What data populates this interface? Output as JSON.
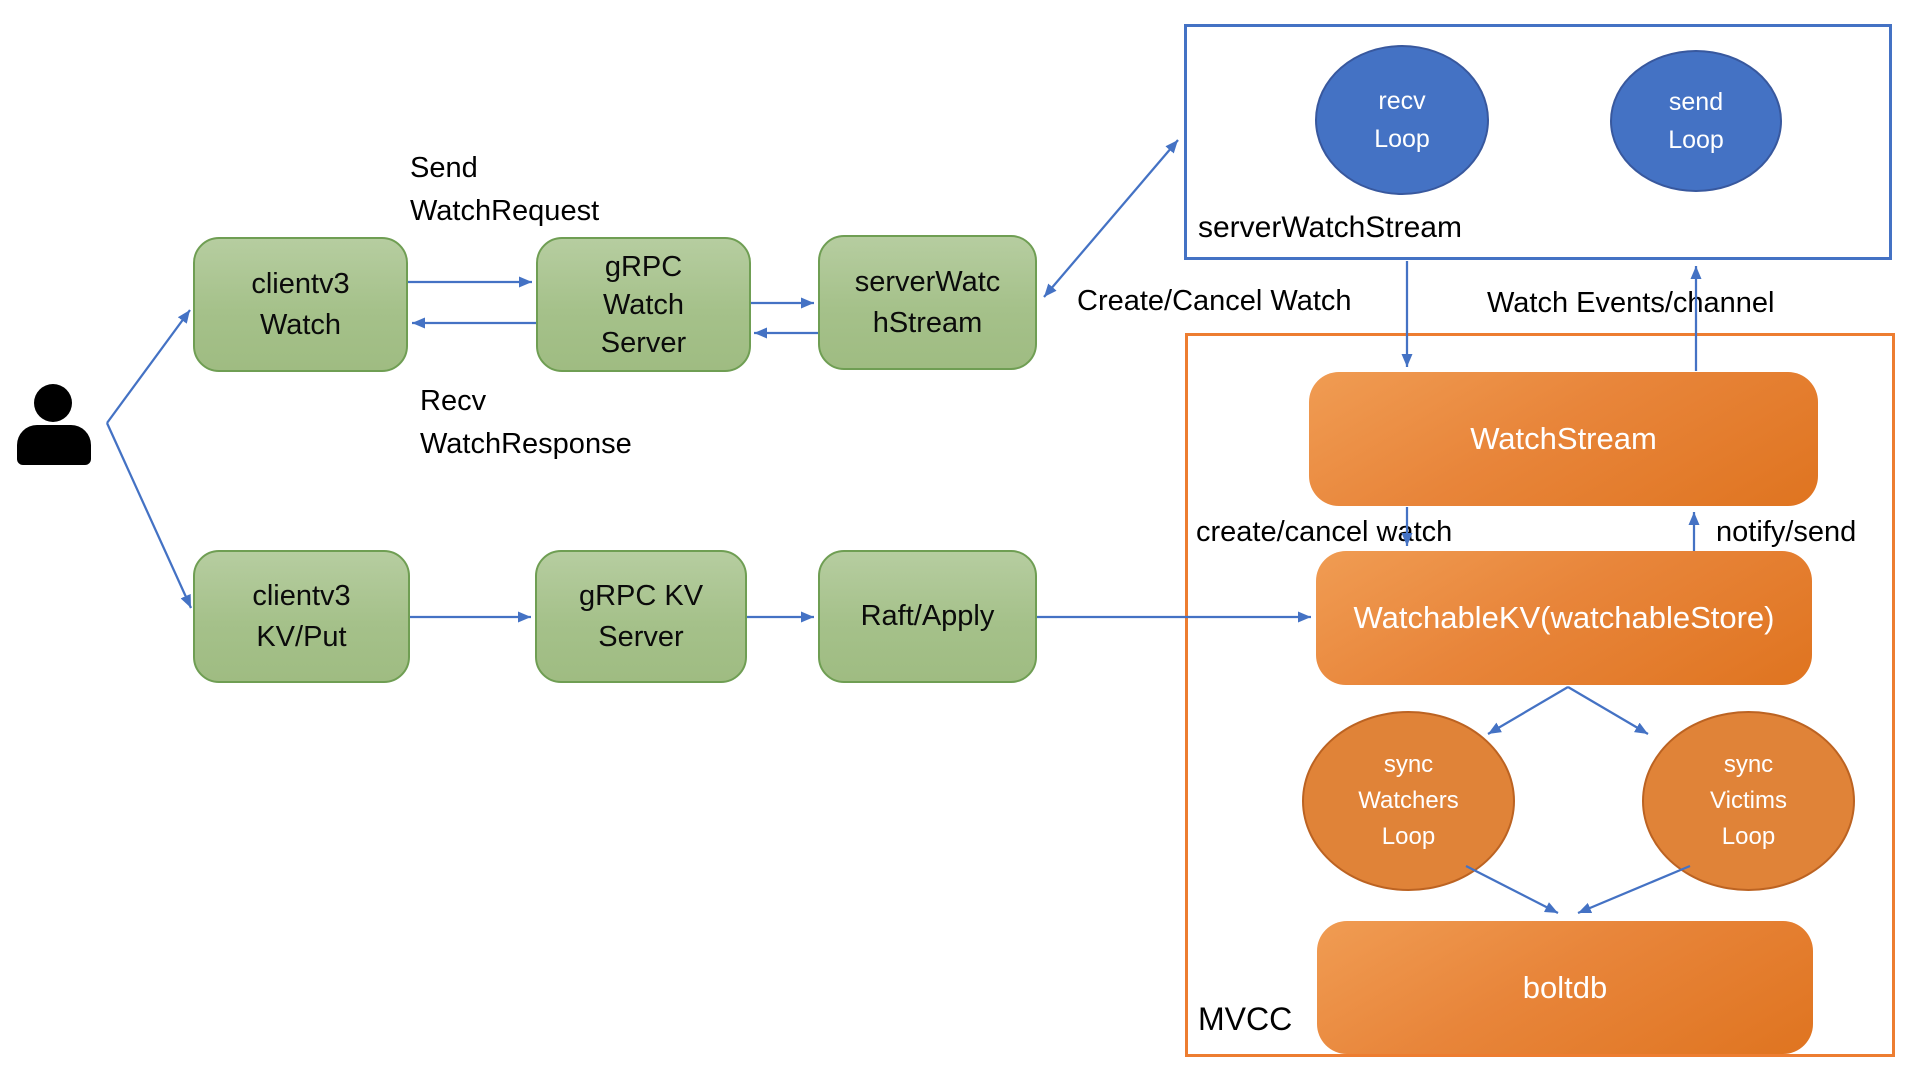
{
  "diagram_title": "etcd watch architecture diagram",
  "colors": {
    "arrow_blue": "#4472C4",
    "green_node_fill_top": "#B6CDA0",
    "green_node_fill_bottom": "#9FBC82",
    "green_node_border": "#6F9E53",
    "orange_node_fill_top": "#F09C53",
    "orange_node_fill_bottom": "#DF7420",
    "orange_container_border": "#ED7D31",
    "blue_container_border": "#4472C4",
    "blue_ellipse_fill": "#4472C4",
    "orange_ellipse_fill": "#E08338",
    "orange_ellipse_border": "#BC6322",
    "text_black": "#000000",
    "text_white": "#FFFFFF",
    "person_icon": "#000000"
  },
  "nodes": {
    "clientv3_watch": {
      "label": "clientv3\nWatch"
    },
    "grpc_watch_server": {
      "label": "gRPC\nWatch\nServer"
    },
    "server_watch_stream": {
      "label": "serverWatc\nhStream"
    },
    "clientv3_kv_put": {
      "label": "clientv3\nKV/Put"
    },
    "grpc_kv_server": {
      "label": "gRPC KV\nServer"
    },
    "raft_apply": {
      "label": "Raft/Apply"
    },
    "recv_loop": {
      "label": "recv\nLoop"
    },
    "send_loop": {
      "label": "send\nLoop"
    },
    "watch_stream": {
      "label": "WatchStream"
    },
    "watchable_kv": {
      "label": "WatchableKV(watchableStore)"
    },
    "sync_watchers_loop": {
      "label": "sync\nWatchers\nLoop"
    },
    "sync_victims_loop": {
      "label": "sync\nVictims\nLoop"
    },
    "boltdb": {
      "label": "boltdb"
    }
  },
  "containers": {
    "server_watch_stream_box": {
      "label": "serverWatchStream"
    },
    "mvcc_box": {
      "label": "MVCC"
    }
  },
  "edge_labels": {
    "send_watch_request": "Send\nWatchRequest",
    "recv_watch_response": "Recv\nWatchResponse",
    "create_cancel_watch_upper": "Create/Cancel Watch",
    "watch_events_channel": "Watch Events/channel",
    "create_cancel_watch_lower": "create/cancel watch",
    "notify_send": "notify/send"
  }
}
